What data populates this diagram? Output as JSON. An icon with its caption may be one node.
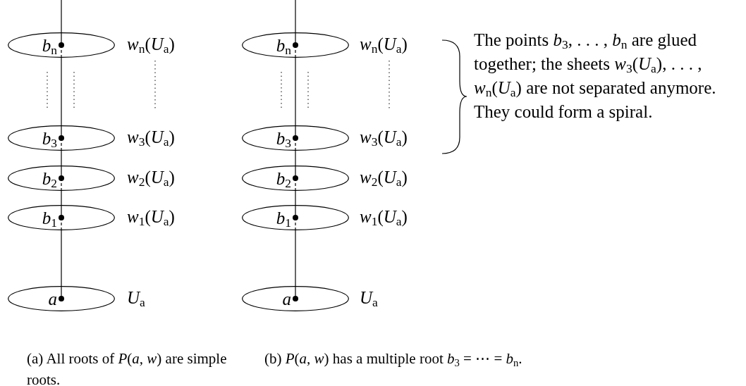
{
  "diagram": {
    "nodes": [
      {
        "text": [
          "*b*$_{n}$"
        ],
        "beside": [
          "*w*$_{n}$(*U*$_{a}$)"
        ]
      },
      {
        "text": [
          "*b*$_{3}$"
        ],
        "beside": [
          "*w*$_{3}$(*U*$_{a}$)"
        ]
      },
      {
        "text": [
          "*b*$_{2}$"
        ],
        "beside": [
          "*w*$_{2}$(*U*$_{a}$)"
        ]
      },
      {
        "text": [
          "*b*$_{1}$"
        ],
        "beside": [
          "*w*$_{1}$(*U*$_{a}$)"
        ]
      },
      {
        "text": [
          "*a*"
        ],
        "beside": [
          "*U*$_{a}$"
        ]
      },
      {
        "text": [
          "*b*$_{n}$"
        ],
        "beside": [
          "*w*$_{n}$(*U*$_{a}$)"
        ]
      },
      {
        "text": [
          "*b*$_{3}$"
        ],
        "beside": [
          "*w*$_{3}$(*U*$_{a}$)"
        ]
      },
      {
        "text": [
          "*b*$_{2}$"
        ],
        "beside": [
          "*w*$_{2}$(*U*$_{a}$)"
        ]
      },
      {
        "text": [
          "*b*$_{1}$"
        ],
        "beside": [
          "*w*$_{1}$(*U*$_{a}$)"
        ]
      },
      {
        "text": [
          "*a*"
        ],
        "beside": [
          "*U*$_{a}$"
        ]
      }
    ],
    "labels": [
      "The points *b*$_{3}$, . . . , *b*$_{n}$ are glued together; the sheets *w*$_{3}$(*U*$_{a}$), . . . , *w*$_{n}$(*U*$_{a}$) are not separated anymore. They could form a spiral.",
      "(a) All roots of *P*(*a, w*) are simple roots.",
      "(b) *P*(*a, w*) has a multiple root *b*$_{3}$ = ⋯ = *b*$_{n}$."
    ]
  }
}
